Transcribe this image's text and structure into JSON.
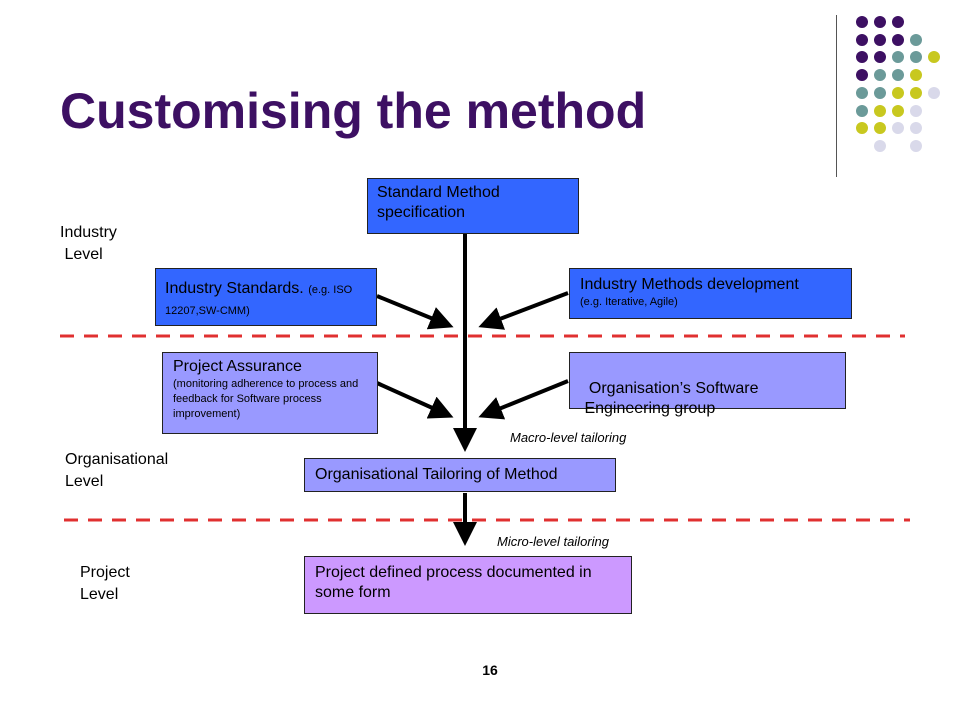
{
  "slide": {
    "title": "Customising the method",
    "page_number": "16"
  },
  "levels": {
    "industry": "Industry\n Level",
    "organisational": "Organisational\nLevel",
    "project": "Project\nLevel"
  },
  "boxes": {
    "standard_method": "Standard Method specification",
    "industry_standards": "Industry Standards.",
    "industry_standards_note": "(e.g. ISO 12207,SW-CMM)",
    "industry_methods": "Industry Methods development",
    "industry_methods_note": "(e.g. Iterative, Agile)",
    "project_assurance": "Project Assurance",
    "project_assurance_note": "(monitoring adherence to process and feedback for Software process improvement)",
    "org_software_group": "Organisation’s Software\n Engineering group",
    "org_tailoring": "Organisational Tailoring of Method",
    "project_defined": "Project defined process documented in some form"
  },
  "notes": {
    "macro": "Macro-level tailoring",
    "micro": "Micro-level tailoring"
  },
  "colors": {
    "title": "#3d1063",
    "dark_purple": "#3d1063",
    "teal": "#6b9a99",
    "yellow_green": "#c8c81f",
    "light_lavender": "#d9d9ea",
    "blue_box": "#3366ff",
    "lavender_box": "#9999ff",
    "purple_box": "#cc99ff",
    "dashed_line": "#e03030"
  }
}
